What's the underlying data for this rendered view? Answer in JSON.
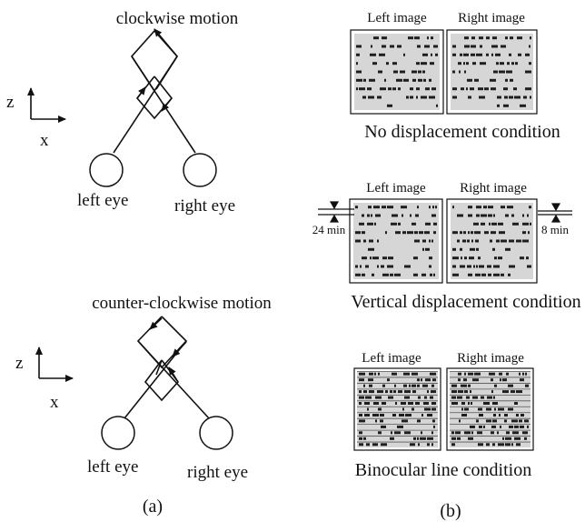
{
  "panel_a": {
    "top": {
      "title": "clockwise motion",
      "axis_z": "z",
      "axis_x": "x",
      "left_eye": "left eye",
      "right_eye": "right eye"
    },
    "bottom": {
      "title": "counter-clockwise motion",
      "axis_z": "z",
      "axis_x": "x",
      "left_eye": "left eye",
      "right_eye": "right eye"
    },
    "caption": "(a)"
  },
  "panel_b": {
    "conditions": [
      {
        "left_label": "Left image",
        "right_label": "Right image",
        "caption": "No displacement condition"
      },
      {
        "left_label": "Left image",
        "right_label": "Right image",
        "caption": "Vertical displacement condition",
        "left_offset": "24 min",
        "right_offset": "8 min"
      },
      {
        "left_label": "Left image",
        "right_label": "Right image",
        "caption": "Binocular line condition"
      }
    ],
    "caption": "(b)"
  },
  "colors": {
    "ink": "#111111",
    "stimulus_fill": "#d6d6d6",
    "dot": "#1e1e1e"
  }
}
